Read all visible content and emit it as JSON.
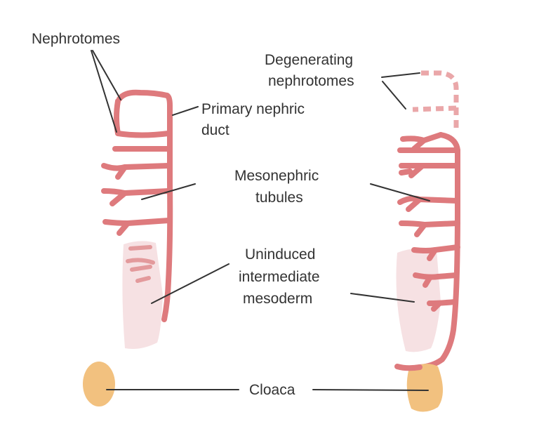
{
  "labels": {
    "nephrotomes": "Nephrotomes",
    "degenerating_1": "Degenerating",
    "degenerating_2": "nephrotomes",
    "primary_duct_1": "Primary nephric",
    "primary_duct_2": "duct",
    "mesonephric_1": "Mesonephric",
    "mesonephric_2": "tubules",
    "uninduced_1": "Uninduced",
    "uninduced_2": "intermediate",
    "uninduced_3": "mesoderm",
    "cloaca": "Cloaca"
  },
  "colors": {
    "tubule": "#de7a7d",
    "mesoderm": "#f6e1e3",
    "cloaca": "#f2c17f",
    "text": "#333333",
    "degenerating": "#eaa7a9"
  }
}
